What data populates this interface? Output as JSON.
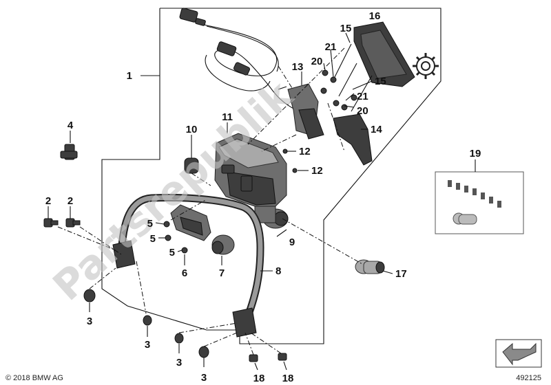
{
  "callouts": {
    "c1": "1",
    "c2a": "2",
    "c2b": "2",
    "c3a": "3",
    "c3b": "3",
    "c3c": "3",
    "c3d": "3",
    "c4": "4",
    "c5a": "5",
    "c5b": "5",
    "c5c": "5",
    "c6": "6",
    "c7": "7",
    "c8": "8",
    "c9": "9",
    "c10": "10",
    "c11": "11",
    "c12a": "12",
    "c12b": "12",
    "c13": "13",
    "c14": "14",
    "c15a": "15",
    "c15b": "15",
    "c16": "16",
    "c17": "17",
    "c18a": "18",
    "c18b": "18",
    "c19": "19",
    "c20a": "20",
    "c20b": "20",
    "c21a": "21",
    "c21b": "21"
  },
  "footer": {
    "copyright": "© 2018 BMW AG",
    "diagram_number": "492125"
  },
  "watermark": "Partsrepublik",
  "icons": [
    "gear-icon",
    "arrow-icon"
  ]
}
